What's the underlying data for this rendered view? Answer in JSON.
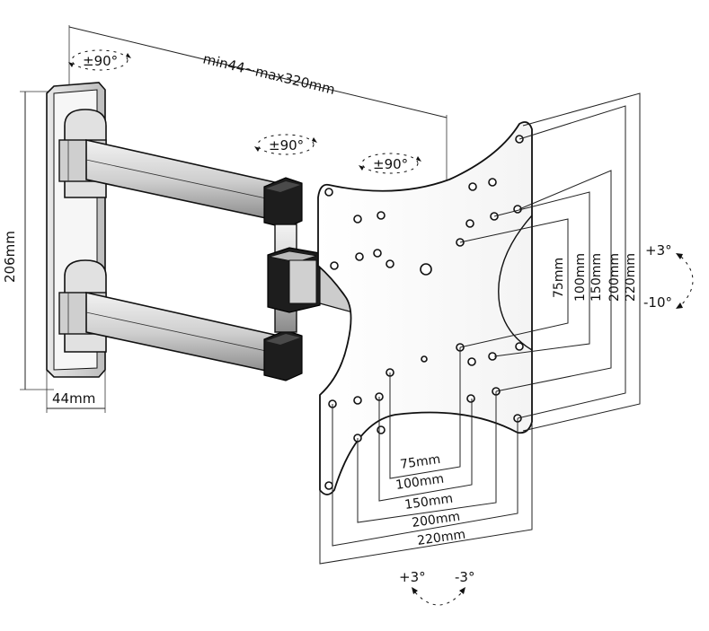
{
  "diagram": {
    "top_dimension": "min44~max320mm",
    "height_dimension": "206mm",
    "depth_dimension": "44mm",
    "swivel_wall": "±90°",
    "swivel_mid": "±90°",
    "swivel_plate": "±90°",
    "tilt_vertical": {
      "up": "+3°",
      "down": "-10°"
    },
    "tilt_horizontal": {
      "left": "+3°",
      "right": "-3°"
    },
    "vesa_vertical": [
      "75mm",
      "100mm",
      "150mm",
      "200mm",
      "220mm"
    ],
    "vesa_horizontal": [
      "75mm",
      "100mm",
      "150mm",
      "200mm",
      "220mm"
    ]
  },
  "colors": {
    "ink": "#111111",
    "steel": "#d9d9d9",
    "cap": "#1d1d1d"
  }
}
